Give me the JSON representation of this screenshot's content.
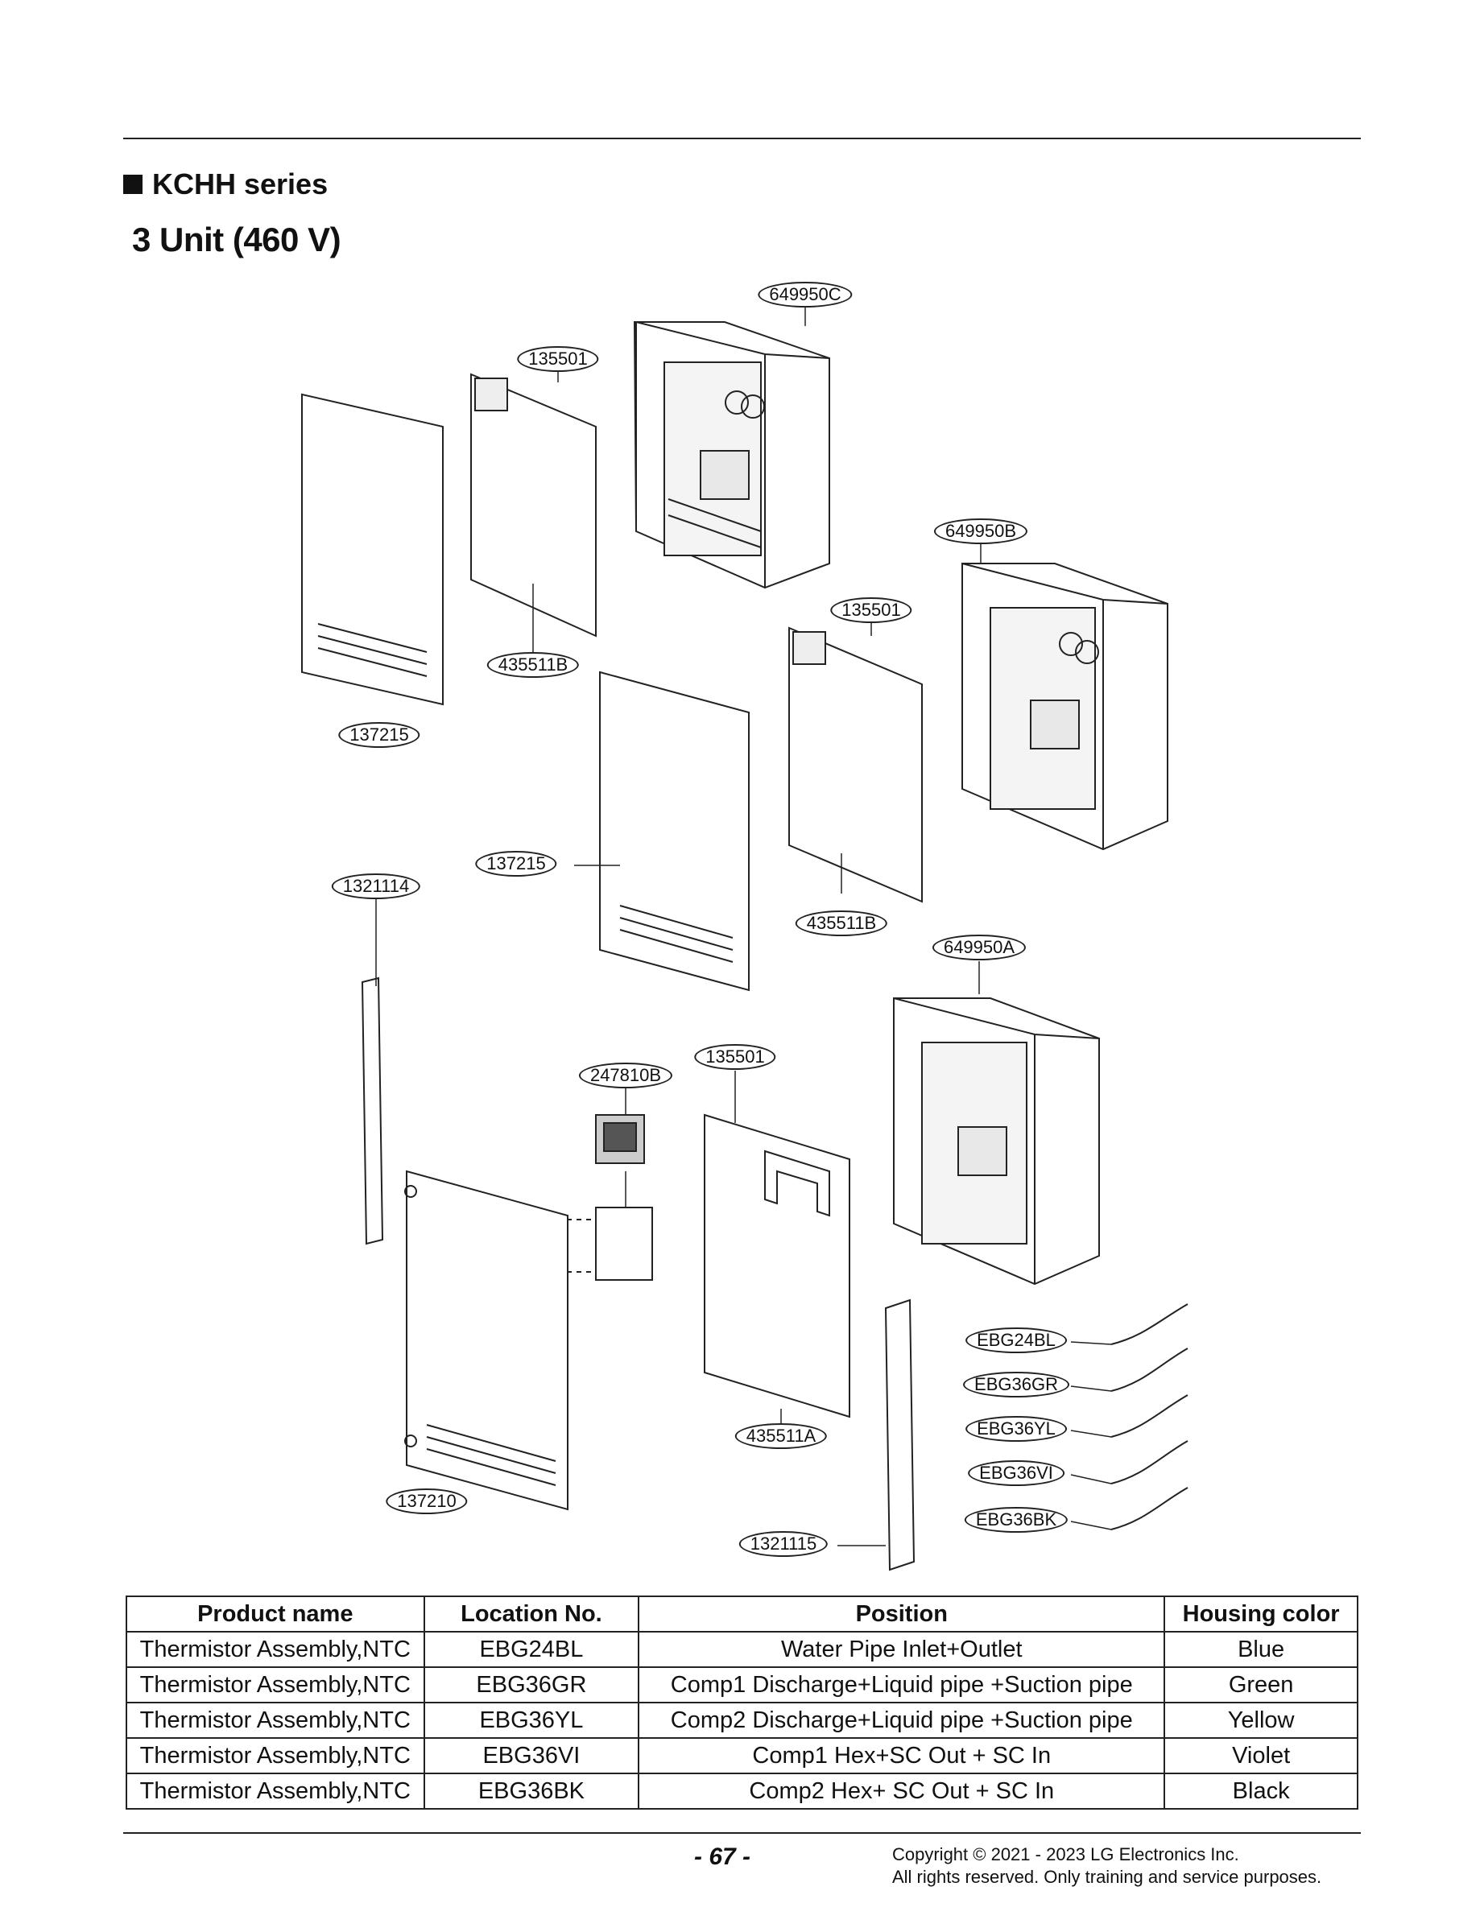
{
  "section": {
    "title": "KCHH series"
  },
  "subtitle": "3 Unit (460 V)",
  "callouts": {
    "c649950C": "649950C",
    "c135501a": "135501",
    "c649950B": "649950B",
    "c135501b": "135501",
    "c435511Ba": "435511B",
    "c137215a": "137215",
    "c137215b": "137215",
    "c1321114": "1321114",
    "c435511Bb": "435511B",
    "c649950A": "649950A",
    "c135501c": "135501",
    "c247810B": "247810B",
    "cEBG24BL": "EBG24BL",
    "cEBG36GR": "EBG36GR",
    "cEBG36YL": "EBG36YL",
    "cEBG36VI": "EBG36VI",
    "cEBG36BK": "EBG36BK",
    "c435511A": "435511A",
    "c137210": "137210",
    "c1321115": "1321115"
  },
  "table": {
    "headers": [
      "Product name",
      "Location No.",
      "Position",
      "Housing color"
    ],
    "rows": [
      [
        "Thermistor Assembly,NTC",
        "EBG24BL",
        "Water Pipe Inlet+Outlet",
        "Blue"
      ],
      [
        "Thermistor Assembly,NTC",
        "EBG36GR",
        "Comp1 Discharge+Liquid pipe +Suction pipe",
        "Green"
      ],
      [
        "Thermistor Assembly,NTC",
        "EBG36YL",
        "Comp2 Discharge+Liquid pipe +Suction pipe",
        "Yellow"
      ],
      [
        "Thermistor Assembly,NTC",
        "EBG36VI",
        "Comp1 Hex+SC Out + SC In",
        "Violet"
      ],
      [
        "Thermistor Assembly,NTC",
        "EBG36BK",
        "Comp2 Hex+ SC Out + SC In",
        "Black"
      ]
    ]
  },
  "footer": {
    "page": "- 67 -",
    "copyright1": "Copyright © 2021 - 2023 LG Electronics Inc.",
    "copyright2": "All rights reserved. Only training and service purposes."
  }
}
